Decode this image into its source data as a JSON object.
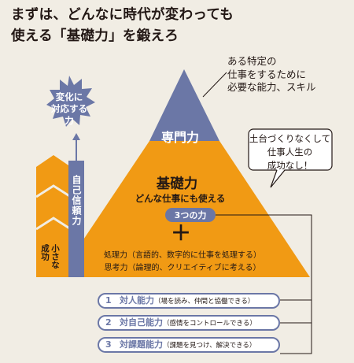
{
  "title": {
    "line1": "まずは、どんなに時代が変わっても",
    "line2": "使える「基礎力」を鍛えろ"
  },
  "skill_note": {
    "line1": "ある特定の",
    "line2": "仕事をするために",
    "line3": "必要な能力、スキル"
  },
  "callout": {
    "line1": "土台づくりなくして",
    "line2": "仕事人生の",
    "line3": "成功なし！"
  },
  "pyramid": {
    "top_label": "専門力",
    "base_title": "基礎力",
    "base_subtitle": "どんな仕事にも使える",
    "three_powers": "3つの力",
    "plus": "＋",
    "processing": "処理力（言語的、数字的に仕事を処理する）",
    "thinking": "思考力（論理的、クリエイティブに考える）"
  },
  "change_power": {
    "line1": "変化に",
    "line2": "対応する",
    "line3": "力"
  },
  "self_confidence": "自己信頼力",
  "small_success": {
    "col1": "小さな",
    "col2": "成功"
  },
  "powers": [
    {
      "num": "1",
      "name": "対人能力",
      "detail": "（場を読み、仲間と協働できる）"
    },
    {
      "num": "2",
      "name": "対自己能力",
      "detail": "（感情をコントロールできる）"
    },
    {
      "num": "3",
      "name": "対課題能力",
      "detail": "（課題を見つけ、解決できる）"
    }
  ],
  "colors": {
    "background": "#f1ede4",
    "top_purple": "#6b77a6",
    "base_orange": "#f19a14",
    "text": "#231815"
  }
}
